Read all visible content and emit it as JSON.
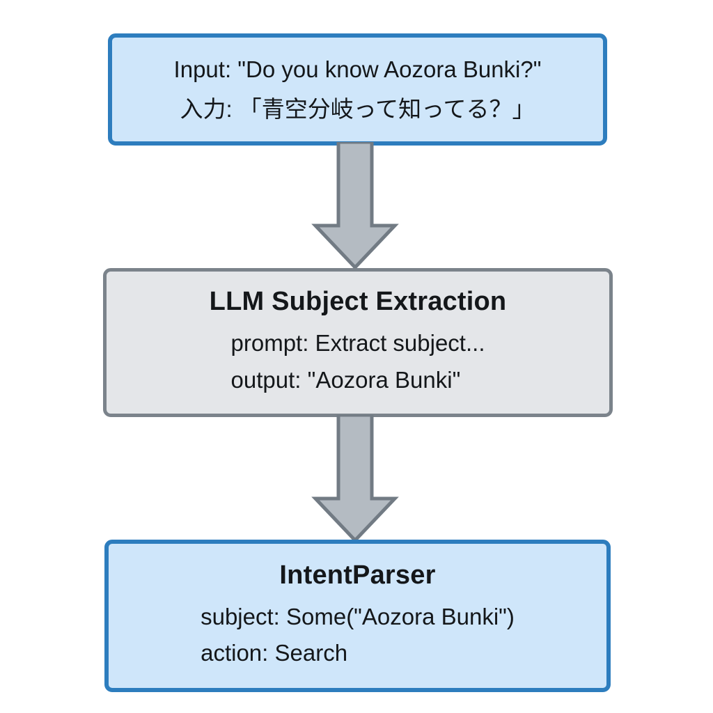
{
  "diagram": {
    "nodes": [
      {
        "id": "input",
        "lines": [
          "Input: \"Do you know Aozora Bunki?\"",
          "入力: 「青空分岐って知ってる？」"
        ]
      },
      {
        "id": "llm-subject-extraction",
        "title": "LLM Subject Extraction",
        "lines": [
          "prompt: Extract subject...",
          "output: \"Aozora Bunki\""
        ]
      },
      {
        "id": "intent-parser",
        "title": "IntentParser",
        "lines": [
          "subject: Some(\"Aozora Bunki\")",
          "action: Search"
        ]
      }
    ],
    "colors": {
      "blue_box_fill": "#cfe6fa",
      "blue_box_border": "#2d7dbe",
      "gray_box_fill": "#e4e6e9",
      "gray_box_border": "#7b838b",
      "arrow_fill": "#b4bbc2",
      "arrow_stroke": "#727b84",
      "text": "#14171a"
    }
  }
}
